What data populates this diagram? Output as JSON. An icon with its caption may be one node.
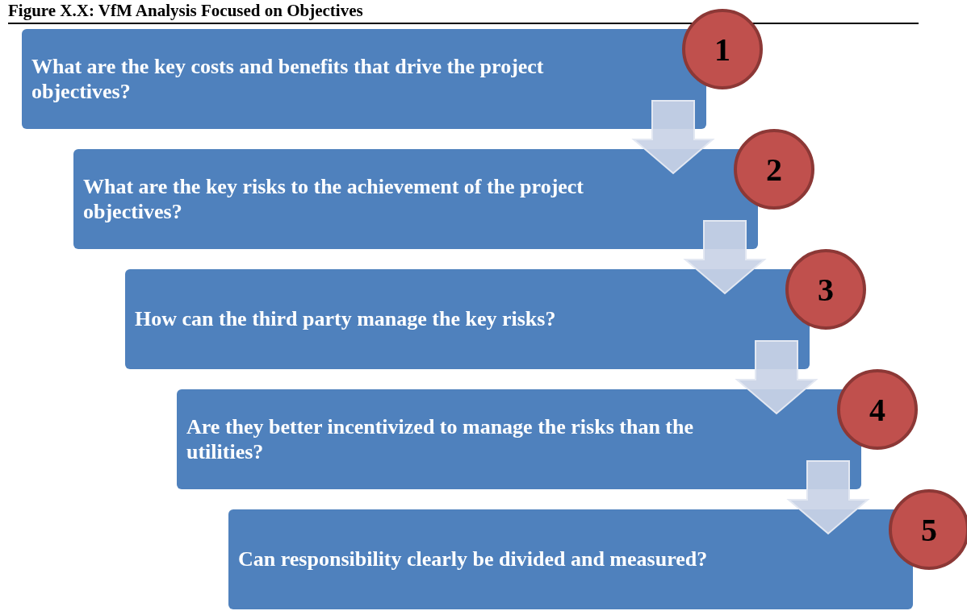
{
  "diagram": {
    "title": "Figure X.X: VfM Analysis Focused on Objectives",
    "nodes": [
      {
        "text": [
          "What are the key costs and benefits that drive the project objectives?"
        ]
      },
      {
        "text": [
          "1"
        ]
      },
      {
        "text": [
          "What are the key risks to the achievement of the project objectives?"
        ]
      },
      {
        "text": [
          "2"
        ]
      },
      {
        "text": [
          "How can the third party manage the key risks?"
        ]
      },
      {
        "text": [
          "3"
        ]
      },
      {
        "text": [
          "Are they better incentivized to manage the risks than the utilities?"
        ]
      },
      {
        "text": [
          "4"
        ]
      },
      {
        "text": [
          "Can responsibility clearly be divided and measured?"
        ]
      },
      {
        "text": [
          "5"
        ]
      }
    ],
    "edges": [
      {
        "from": 0,
        "to": 2,
        "arrow": "to",
        "style": "thick"
      },
      {
        "from": 2,
        "to": 4,
        "arrow": "to",
        "style": "thick"
      },
      {
        "from": 4,
        "to": 6,
        "arrow": "to",
        "style": "thick"
      },
      {
        "from": 6,
        "to": 8,
        "arrow": "to",
        "style": "thick"
      }
    ]
  }
}
